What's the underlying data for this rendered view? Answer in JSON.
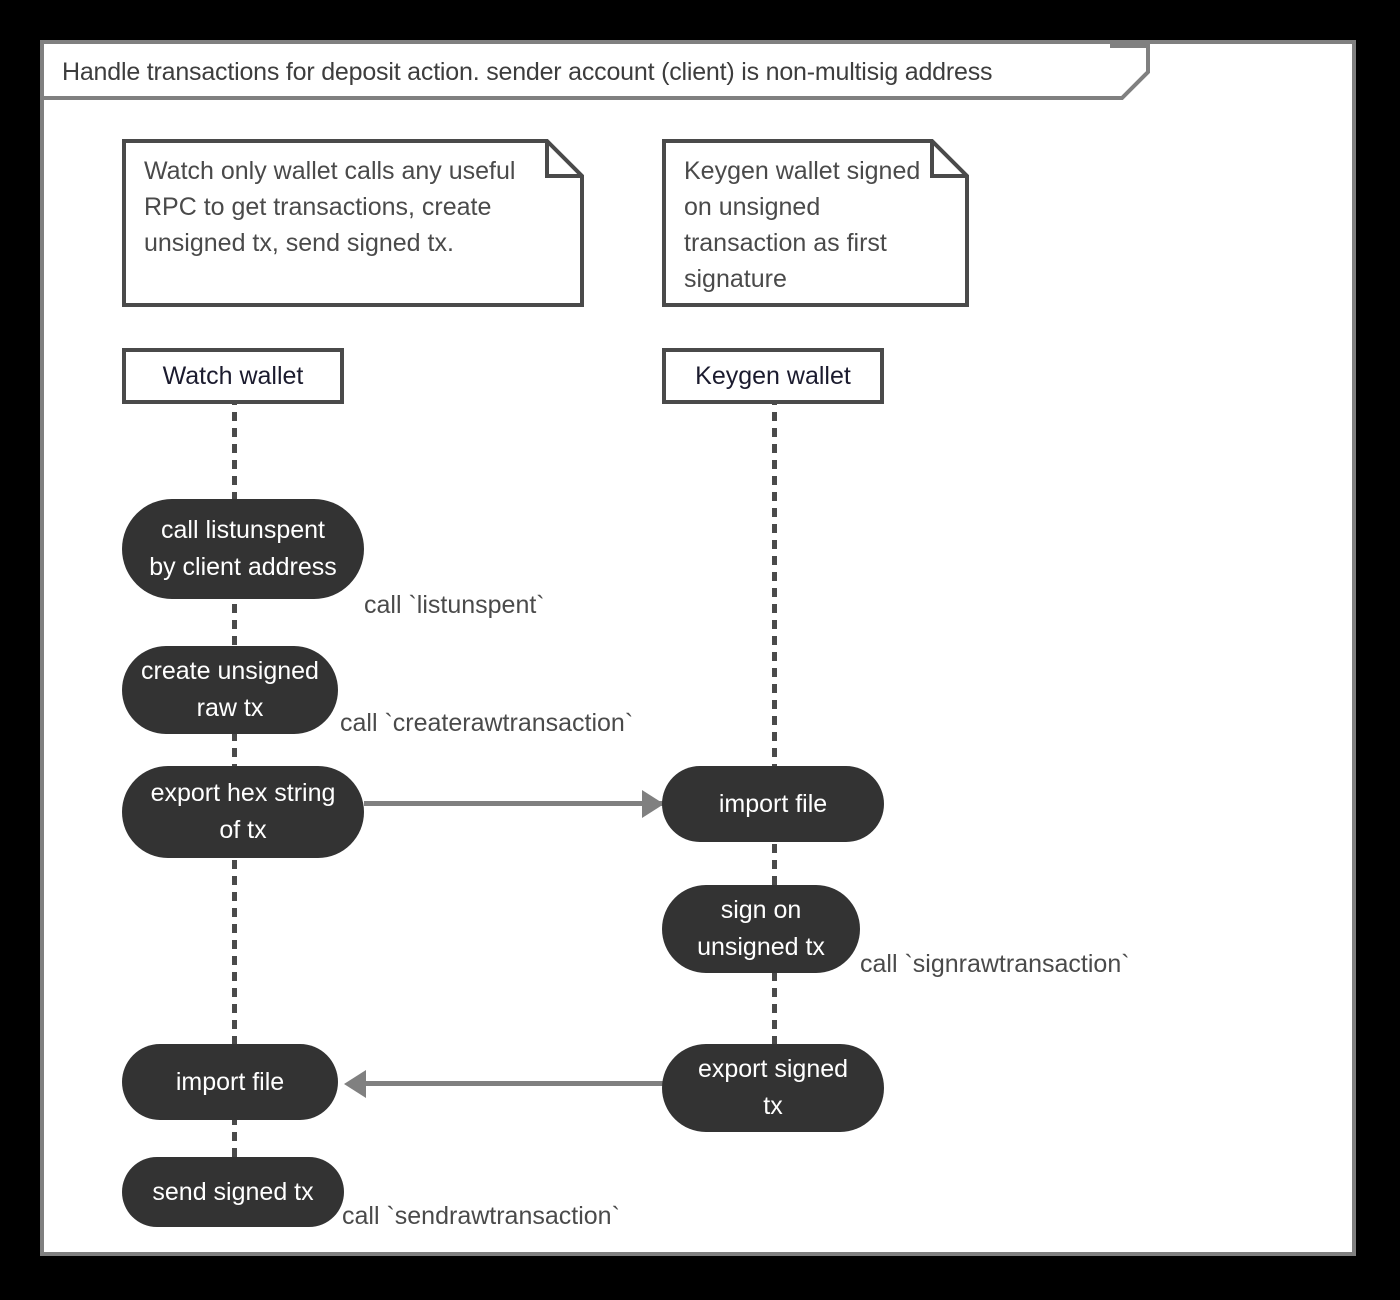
{
  "frame": {
    "title": "Handle transactions for deposit action. sender account (client) is non-multisig address",
    "border_color": "#808080",
    "background": "#ffffff",
    "outer_background": "#000000"
  },
  "colors": {
    "activation_fill": "#333333",
    "activation_text": "#ffffff",
    "note_border": "#4a4a4a",
    "lifeline": "#4a4a4a",
    "message": "#808080",
    "label_text": "#4a4a4a"
  },
  "notes": [
    {
      "id": "note-watch-wallet",
      "text": "Watch only wallet calls any useful\nRPC to get transactions, create\nunsigned tx, send signed tx."
    },
    {
      "id": "note-keygen-wallet",
      "text": "Keygen wallet signed\non unsigned\ntransaction as first\nsignature"
    }
  ],
  "lifelines": [
    {
      "id": "watch-wallet",
      "label": "Watch wallet"
    },
    {
      "id": "keygen-wallet",
      "label": "Keygen wallet"
    }
  ],
  "actions": [
    {
      "id": "call-listunspent",
      "lifeline": "watch-wallet",
      "label": "call listunspent\nby client address"
    },
    {
      "id": "create-unsigned-raw-tx",
      "lifeline": "watch-wallet",
      "label": "create unsigned\nraw tx"
    },
    {
      "id": "export-hex-string",
      "lifeline": "watch-wallet",
      "label": "export hex string\nof tx"
    },
    {
      "id": "import-file-keygen",
      "lifeline": "keygen-wallet",
      "label": "import file"
    },
    {
      "id": "sign-on-unsigned-tx",
      "lifeline": "keygen-wallet",
      "label": "sign on\nunsigned tx"
    },
    {
      "id": "export-signed-tx",
      "lifeline": "keygen-wallet",
      "label": "export signed\ntx"
    },
    {
      "id": "import-file-watch",
      "lifeline": "watch-wallet",
      "label": "import file"
    },
    {
      "id": "send-signed-tx",
      "lifeline": "watch-wallet",
      "label": "send signed tx"
    }
  ],
  "messages": [
    {
      "id": "msg-listunspent",
      "label": "call `listunspent`",
      "direction": "self"
    },
    {
      "id": "msg-createrawtransaction",
      "label": "call `createrawtransaction`",
      "direction": "self"
    },
    {
      "id": "msg-export-to-import",
      "label": "",
      "direction": "right"
    },
    {
      "id": "msg-signrawtransaction",
      "label": "call `signrawtransaction`",
      "direction": "self"
    },
    {
      "id": "msg-signed-back",
      "label": "",
      "direction": "left"
    },
    {
      "id": "msg-sendrawtransaction",
      "label": "call `sendrawtransaction`",
      "direction": "self"
    }
  ]
}
